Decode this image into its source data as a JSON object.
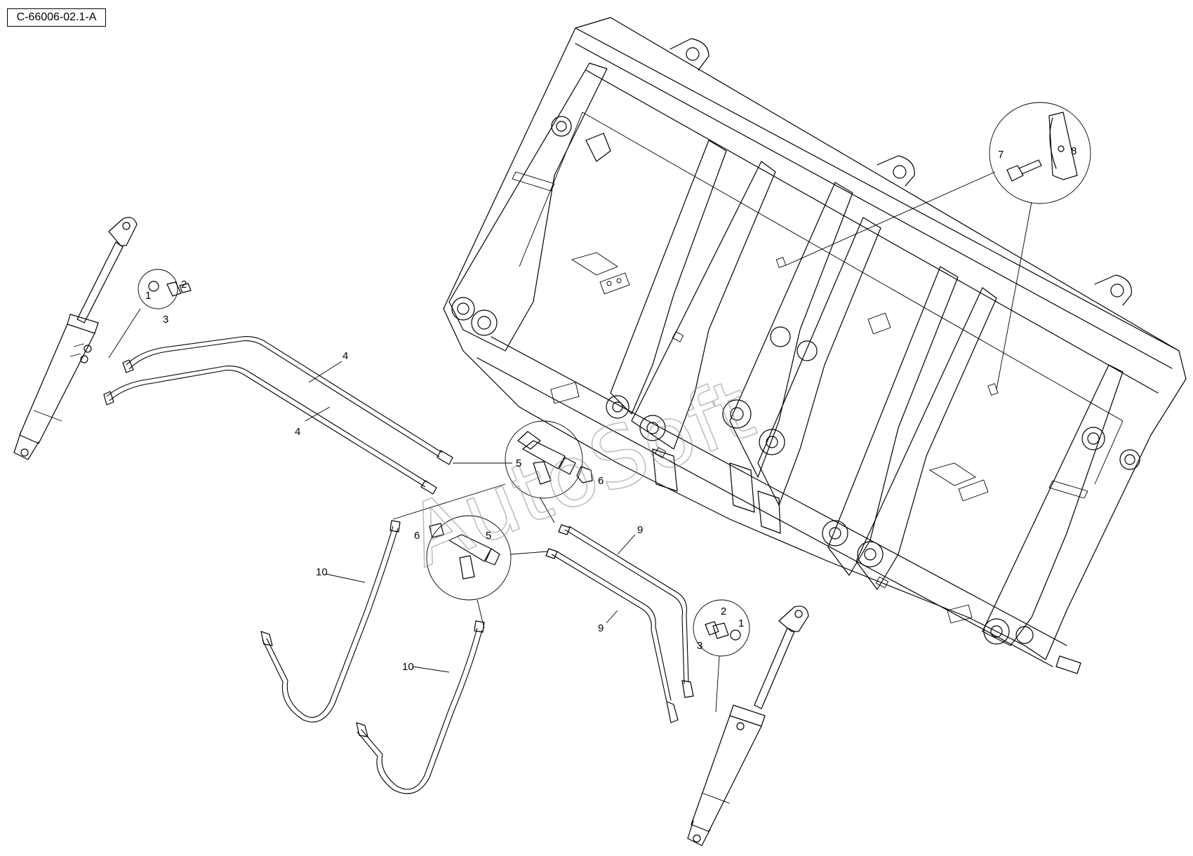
{
  "drawing_ref": "C-66006-02.1-A",
  "watermark": "AutoSoft",
  "callouts": {
    "c1a": "1",
    "c2a": "2",
    "c3a": "3",
    "c4a": "4",
    "c4b": "4",
    "c5a": "5",
    "c5b": "5",
    "c6a": "6",
    "c6b": "6",
    "c7": "7",
    "c8": "8",
    "c9a": "9",
    "c9b": "9",
    "c10a": "10",
    "c10b": "10",
    "c1b": "1",
    "c2b": "2",
    "c3b": "3"
  }
}
